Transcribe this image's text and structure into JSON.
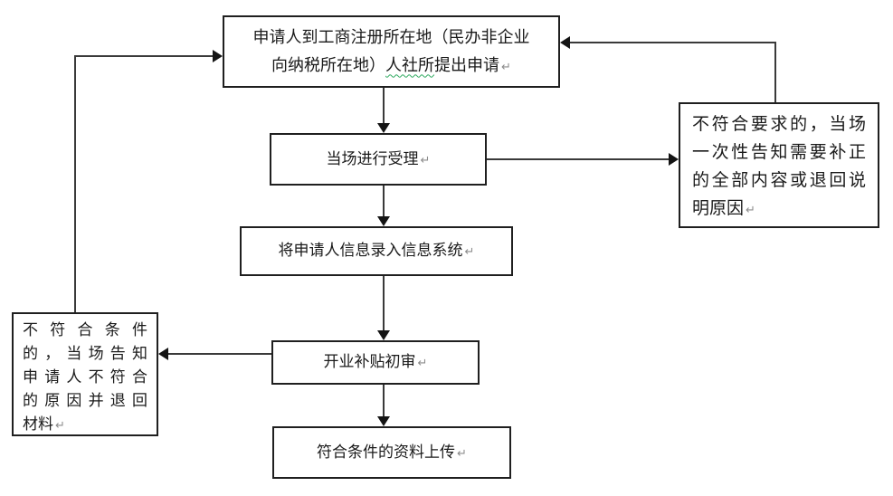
{
  "diagram": {
    "type": "flowchart",
    "return_mark": "↵",
    "nodes": {
      "apply": {
        "line1": "申请人到工商注册所在地（民办非企业",
        "line2_pre": "向纳税所在地）",
        "line2_underlined": "人社所",
        "line2_post": "提出申请"
      },
      "accept": {
        "label": "当场进行受理"
      },
      "record": {
        "label": "将申请人信息录入信息系统"
      },
      "review": {
        "label": "开业补贴初审"
      },
      "upload": {
        "label": "符合条件的资料上传"
      },
      "reject_left": {
        "lines": [
          "不符合条件",
          "的，当场告知",
          "申请人不符合",
          "的原因并退回",
          "材料"
        ]
      },
      "reject_right": {
        "lines": [
          "不符合要求的，当场",
          "一次性告知需要补正",
          "的全部内容或退回说",
          "明原因"
        ]
      }
    },
    "colors": {
      "background": "#ffffff",
      "box_border": "#1f1f1f",
      "connector_line": "#3a3a3a",
      "arrowhead": "#141414",
      "text": "#1a1a1a",
      "return_mark": "#8c8c8c",
      "spellcheck_squiggle": "#2faa60"
    }
  }
}
